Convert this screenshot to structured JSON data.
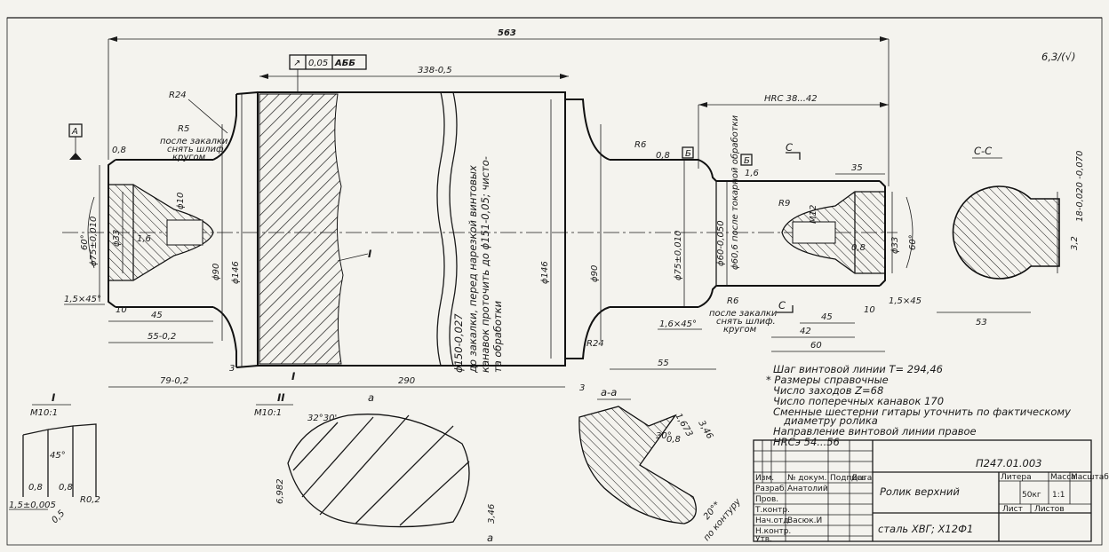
{
  "dims": {
    "overall": "563",
    "roller_len": "338-0,5",
    "hrc_zone": "HRC 38...42",
    "l45_left": "45",
    "l55_left": "55-0,2",
    "l79": "79-0,2",
    "l290": "290",
    "l3_left": "3",
    "l3_right": "3",
    "l10_left": "10",
    "l55_right": "55",
    "l45_right": "45",
    "l42": "42",
    "l60": "60",
    "l35": "35",
    "l10_right": "10",
    "l53": "53",
    "d75_left": "ϕ75±0,010",
    "d33_left": "ϕ33",
    "d10": "ϕ10",
    "d90_left": "ϕ90",
    "d146_left": "ϕ146",
    "d146_right": "ϕ146",
    "d90_right": "ϕ90",
    "d75_right": "ϕ75±0,010",
    "d60": "ϕ60-0,050",
    "d33_right": "ϕ33",
    "angle60_left": "60°",
    "angle60_right": "60°",
    "r24_top": "R24",
    "r24_bottom": "R24",
    "r5_left": "R5",
    "r6_top": "R6",
    "r6_bottom": "R6",
    "r9": "R9",
    "m12": "M12",
    "ch15_left": "1,5×45°",
    "ch15_right": "1,5×45",
    "ch16": "1,6×45°",
    "v08_a": "0,8",
    "v08_b": "0,8",
    "v08_c": "0,8",
    "v16_a": "1,6",
    "v16_b": "1,6",
    "key_width": "18-0,020 -0,070",
    "key_small": "3,2"
  },
  "labels": {
    "datum_a": "A",
    "datum_b_1": "Б",
    "datum_b_2": "Б",
    "tolerance_sym": "↗",
    "tolerance_val": "0,05",
    "tolerance_ref": "АББ",
    "roughness": "6,3/(√)",
    "section_c_marker": "С",
    "section_c_marker_2": "С",
    "section_cc": "С-С",
    "view_I_marker": "I",
    "view_I_marker_2": "I",
    "view_II_marker": "II",
    "section_a_marker": "а",
    "section_a_marker_2": "а",
    "section_aa": "а-а"
  },
  "notes": {
    "r5_note": [
      "после закалки",
      "снять шлиф.",
      "кругом"
    ],
    "r6_note": [
      "после закалки",
      "снять шлиф.",
      "кругом"
    ],
    "d60_note": "ϕ60,6 после токарной обработки",
    "center_note": [
      "ϕ150-0,027",
      "до закалки, перед нарезкой винтовых",
      "канавок проточить до ϕ151-0,05; чисто-",
      "та обработки"
    ],
    "tech": [
      "Шаг винтовой линии  Т= 294,46",
      "* Размеры справочные",
      "Число заходов  Z=68",
      "Число поперечных канавок  170",
      "Сменные шестерни гитары уточнить по фактическому",
      "диаметру ролика",
      "Направление винтовой линии правое",
      "HRCэ 54...56"
    ]
  },
  "detail_I": {
    "title": "I",
    "scale": "М10:1",
    "angle": "45°",
    "r": "R0,2",
    "v1": "0,8",
    "v2": "0,8",
    "width": "1,5±0,005",
    "spacing": "0,5"
  },
  "detail_II": {
    "title": "II",
    "scale": "М10:1",
    "angle": "32°30'",
    "height": "6,982",
    "depth": "3,46"
  },
  "section_aa": {
    "title": "а-а",
    "d1": "3,46",
    "d2": "1,673",
    "d3": "0,8",
    "angle": "20°*",
    "angle_note": "по контуру",
    "cham": "30°"
  },
  "titleblock": {
    "doc_number": "П247.01.003",
    "name": "Ролик  верхний",
    "material": "сталь ХВГ; Х12Ф1",
    "col_litera": "Литера",
    "col_mass": "Масса",
    "col_scale": "Масштаб",
    "mass": "50кг",
    "scale": "1:1",
    "sheet": "Лист",
    "sheets": "Листов",
    "rows": [
      "Изм.",
      "Разраб.",
      "Пров.",
      "Т.контр.",
      "Нач.отд.",
      "Н.контр.",
      "Утв."
    ],
    "header": [
      "№ докум.",
      "Подпись",
      "Дата"
    ],
    "developer": "Анатолий",
    "approver": "Васюк.И"
  }
}
